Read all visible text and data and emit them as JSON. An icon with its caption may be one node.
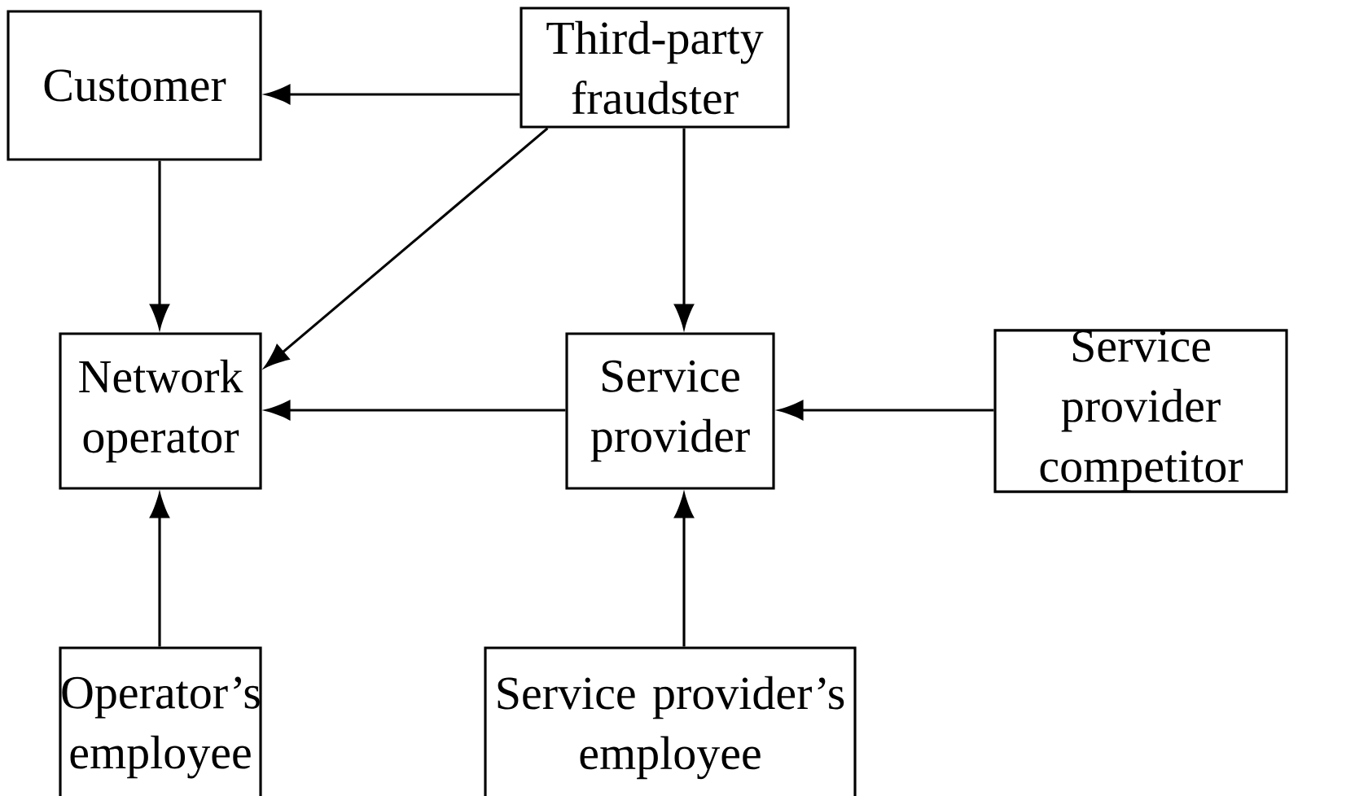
{
  "diagram": {
    "nodes": [
      {
        "text": [
          "Customer"
        ]
      },
      {
        "text": [
          "Third-party fraudster"
        ]
      },
      {
        "text": [
          "Network operator"
        ]
      },
      {
        "text": [
          "Service provider"
        ]
      },
      {
        "text": [
          "Service provider competitor"
        ]
      },
      {
        "text": [
          "Operator’s employee"
        ]
      },
      {
        "text": [
          "Service provider’s employee"
        ]
      }
    ],
    "edges": [
      {
        "from": 1,
        "to": 0,
        "arrow": "to"
      },
      {
        "from": 0,
        "to": 2,
        "arrow": "to"
      },
      {
        "from": 1,
        "to": 2,
        "arrow": "to"
      },
      {
        "from": 1,
        "to": 3,
        "arrow": "to"
      },
      {
        "from": 3,
        "to": 2,
        "arrow": "to"
      },
      {
        "from": 4,
        "to": 3,
        "arrow": "to"
      },
      {
        "from": 5,
        "to": 2,
        "arrow": "to"
      },
      {
        "from": 6,
        "to": 3,
        "arrow": "to"
      }
    ]
  }
}
